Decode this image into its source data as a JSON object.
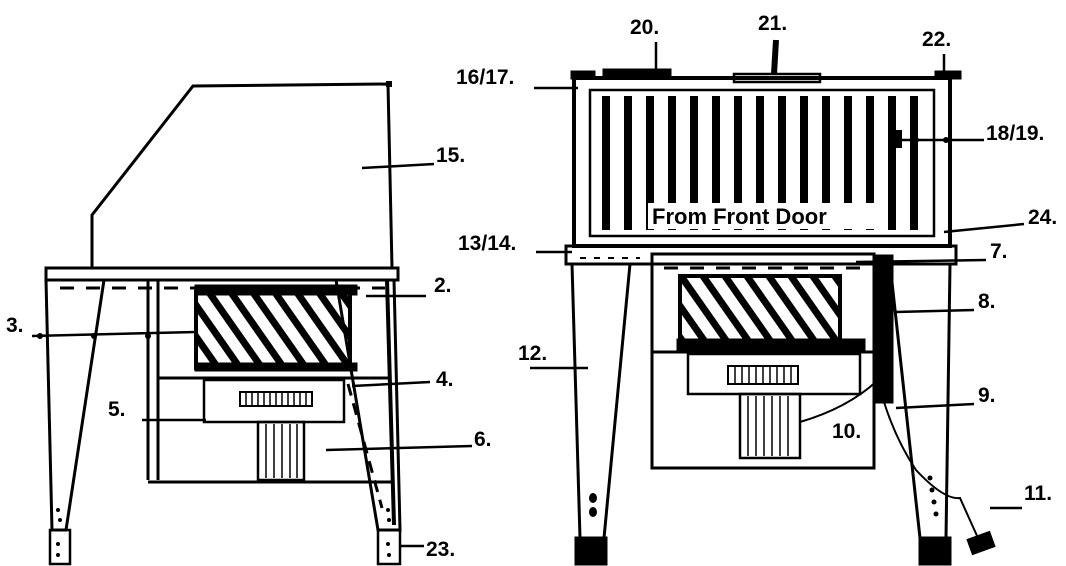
{
  "diagram": {
    "caption": "From Front Door",
    "labels": {
      "l2": "2.",
      "l3": "3.",
      "l4": "4.",
      "l5": "5.",
      "l6": "6.",
      "l7": "7.",
      "l8": "8.",
      "l9": "9.",
      "l10": "10.",
      "l11": "11.",
      "l12": "12.",
      "l13_14": "13/14.",
      "l15": "15.",
      "l16_17": "16/17.",
      "l18_19": "18/19.",
      "l20": "20.",
      "l21": "21.",
      "l22": "22.",
      "l23": "23.",
      "l24": "24."
    }
  }
}
